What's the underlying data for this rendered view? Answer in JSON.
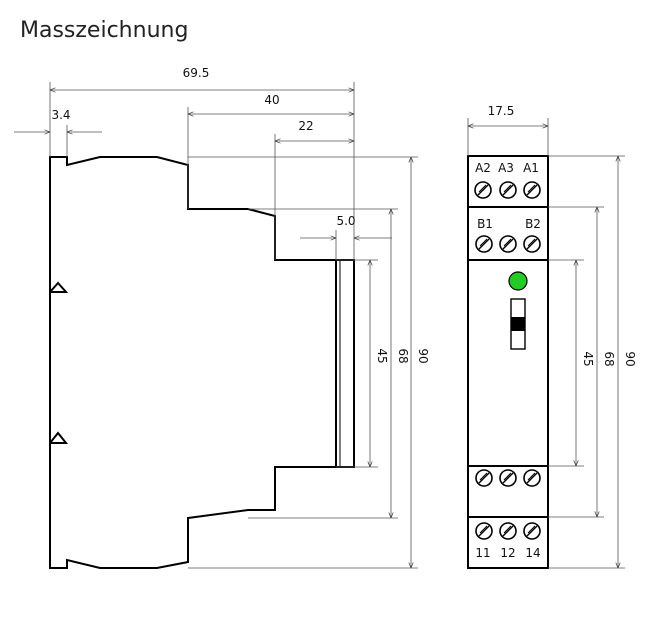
{
  "title": "Masszeichnung",
  "side_view": {
    "dims": {
      "total_depth": "69.5",
      "depth_40": "40",
      "depth_22": "22",
      "rail_3_4": "3.4",
      "front_5_0": "5.0",
      "h45": "45",
      "h68": "68",
      "h90": "90"
    }
  },
  "front_view": {
    "width": "17.5",
    "top_terminals": [
      "A2",
      "A3",
      "A1"
    ],
    "mid_terminals": [
      "B1",
      "B2"
    ],
    "bottom_terminals": [
      "11",
      "12",
      "14"
    ],
    "dims": {
      "h45": "45",
      "h68": "68",
      "h90": "90"
    },
    "led_color": "#22cc22"
  }
}
